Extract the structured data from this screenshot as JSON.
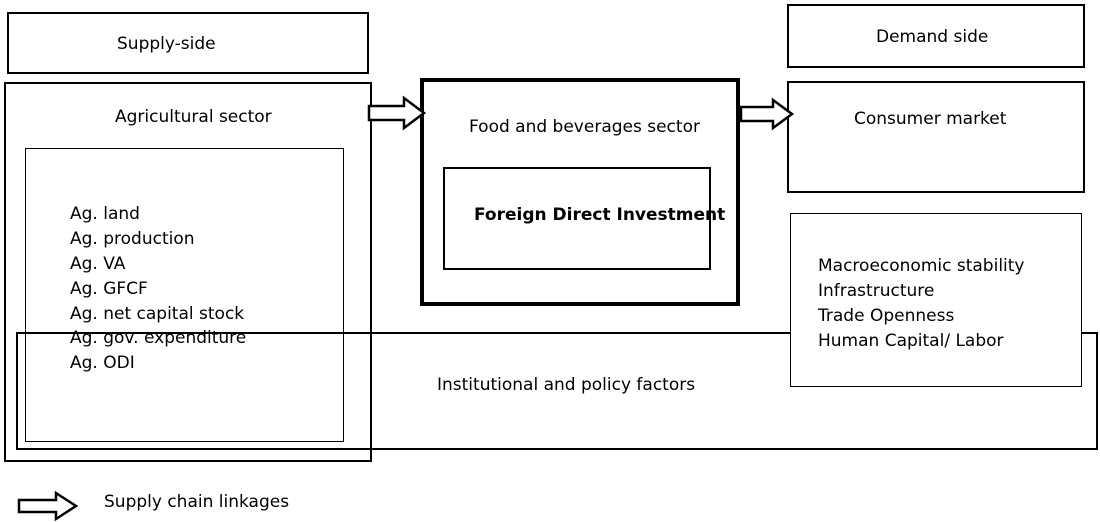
{
  "supply_side": {
    "title": "Supply-side"
  },
  "demand_side": {
    "title": "Demand side"
  },
  "agricultural_sector": {
    "title": "Agricultural sector",
    "indicators": [
      "Ag. land",
      "Ag. production",
      "Ag. VA",
      "Ag. GFCF",
      "Ag. net capital stock",
      "Ag. gov. expenditure",
      "Ag. ODI"
    ]
  },
  "food_beverages_sector": {
    "title": "Food and beverages sector",
    "core": "Foreign Direct Investment"
  },
  "consumer_market": {
    "title": "Consumer market"
  },
  "macro_factors": [
    "Macroeconomic stability",
    "Infrastructure",
    "Trade Openness",
    "Human Capital/ Labor"
  ],
  "institutional": {
    "title": "Institutional and policy factors"
  },
  "legend": {
    "label": "Supply chain linkages"
  }
}
